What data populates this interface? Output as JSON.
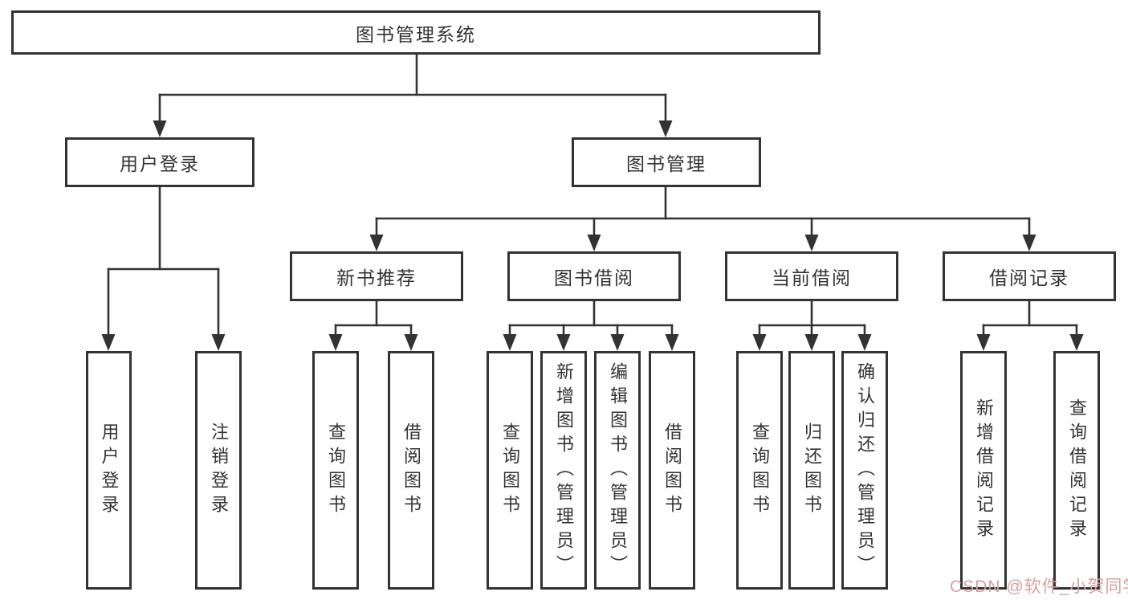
{
  "diagram": {
    "root": {
      "label": "图书管理系统"
    },
    "level2": {
      "user_login": {
        "label": "用户登录"
      },
      "book_mgmt": {
        "label": "图书管理"
      }
    },
    "level3": {
      "new_books": {
        "label": "新书推荐"
      },
      "book_borrow": {
        "label": "图书借阅"
      },
      "current_borrow": {
        "label": "当前借阅"
      },
      "borrow_records": {
        "label": "借阅记录"
      }
    },
    "leaves": {
      "user_login": {
        "login": "用户登录",
        "logout": "注销登录"
      },
      "new_books": {
        "query": "查询图书",
        "borrow": "借阅图书"
      },
      "book_borrow": {
        "query": "查询图书",
        "add": "新增图书（管理员）",
        "edit": "编辑图书（管理员）",
        "borrow": "借阅图书"
      },
      "current_borrow": {
        "query": "查询图书",
        "return": "归还图书",
        "confirm": "确认归还（管理员）"
      },
      "borrow_records": {
        "add": "新增借阅记录",
        "query": "查询借阅记录"
      }
    },
    "watermark": "CSDN @软件_小贺同学",
    "colors": {
      "line": "#333333",
      "box_border": "#333333",
      "text": "#333333",
      "watermark": "#d89f9f",
      "background": "#ffffff"
    }
  }
}
